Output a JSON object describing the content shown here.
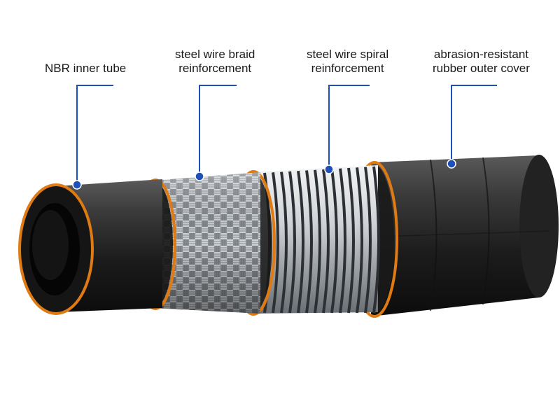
{
  "labels": [
    {
      "id": "inner-tube",
      "lines": [
        "NBR inner tube"
      ]
    },
    {
      "id": "braid",
      "lines": [
        "steel wire braid",
        "reinforcement"
      ]
    },
    {
      "id": "spiral",
      "lines": [
        "steel wire spiral",
        "reinforcement"
      ]
    },
    {
      "id": "cover",
      "lines": [
        "abrasion-resistant",
        "rubber outer cover"
      ]
    }
  ],
  "colors": {
    "leader": "#1f4fb8",
    "marker": "#1f4fb8",
    "accent_ring": "#e07a12",
    "rubber": "#2a2a2a",
    "steel": "#b9bdc2"
  }
}
